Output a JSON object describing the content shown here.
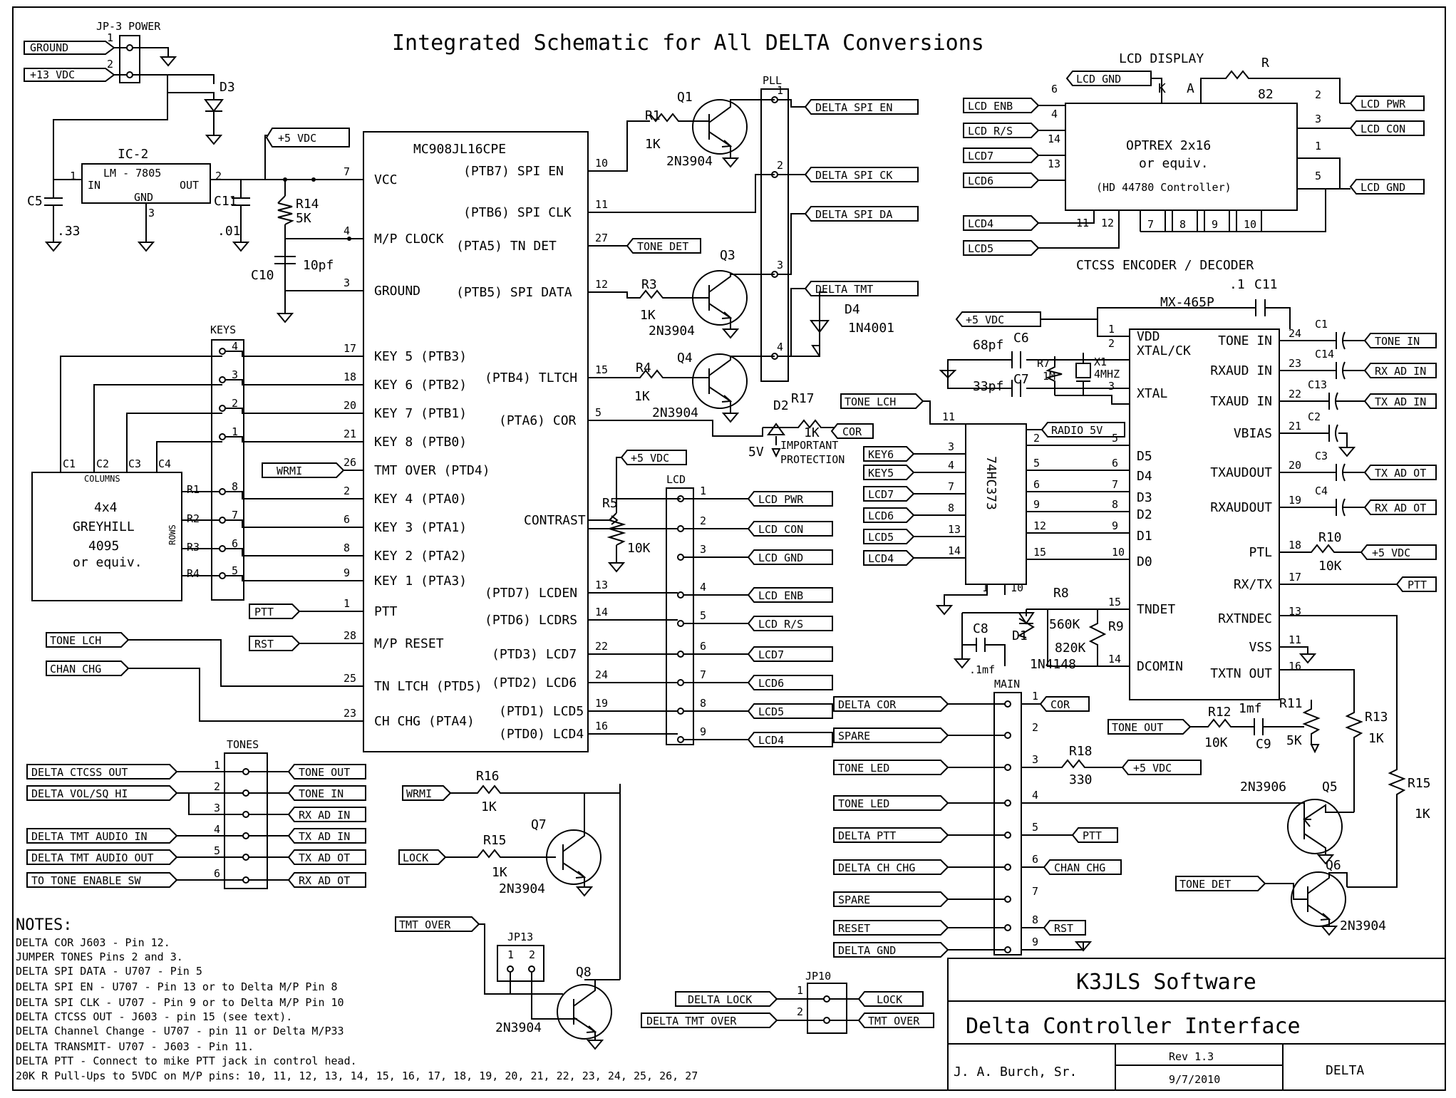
{
  "title": "Integrated Schematic for All DELTA Conversions",
  "power": {
    "header": "JP-3 POWER",
    "pins": [
      "1",
      "2"
    ],
    "labels": [
      "GROUND",
      "+13 VDC"
    ],
    "diode": "D3",
    "rail_label": "+5 VDC",
    "regulator": {
      "ref": "IC-2",
      "name": "LM - 7805",
      "in": "IN",
      "out": "OUT",
      "gnd": "GND",
      "pin_in": "1",
      "pin_out": "2",
      "pin_gnd": "3"
    },
    "c5": {
      "ref": "C5",
      "value": ".33"
    },
    "c11": {
      "ref": "C11",
      "value": ".01"
    }
  },
  "mcu": {
    "name": "MC908JL16CPE",
    "left_pins": [
      {
        "num": "7",
        "label": "VCC"
      },
      {
        "num": "4",
        "label": "M/P CLOCK"
      },
      {
        "num": "3",
        "label": "GROUND"
      },
      {
        "num": "17",
        "label": "KEY 5 (PTB3)"
      },
      {
        "num": "18",
        "label": "KEY 6 (PTB2)"
      },
      {
        "num": "20",
        "label": "KEY 7 (PTB1)"
      },
      {
        "num": "21",
        "label": "KEY 8 (PTB0)"
      },
      {
        "num": "26",
        "label": "TMT OVER (PTD4)"
      },
      {
        "num": "2",
        "label": "KEY 4 (PTA0)"
      },
      {
        "num": "6",
        "label": "KEY 3 (PTA1)"
      },
      {
        "num": "8",
        "label": "KEY 2 (PTA2)"
      },
      {
        "num": "9",
        "label": "KEY 1 (PTA3)"
      },
      {
        "num": "1",
        "label": "PTT"
      },
      {
        "num": "28",
        "label": "M/P RESET"
      },
      {
        "num": "25",
        "label": "TN LTCH (PTD5)"
      },
      {
        "num": "23",
        "label": "CH CHG (PTA4)"
      }
    ],
    "right_pins": [
      {
        "num": "10",
        "label": "(PTB7) SPI EN"
      },
      {
        "num": "11",
        "label": "(PTB6) SPI CLK"
      },
      {
        "num": "27",
        "label": "(PTA5) TN DET"
      },
      {
        "num": "12",
        "label": "(PTB5) SPI DATA"
      },
      {
        "num": "15",
        "label": "(PTB4) TLTCH"
      },
      {
        "num": "5",
        "label": "(PTA6) COR"
      },
      {
        "num": "",
        "label": "CONTRAST"
      },
      {
        "num": "13",
        "label": "(PTD7) LCDEN"
      },
      {
        "num": "14",
        "label": "(PTD6) LCDRS"
      },
      {
        "num": "22",
        "label": "(PTD3) LCD7"
      },
      {
        "num": "24",
        "label": "(PTD2) LCD6"
      },
      {
        "num": "19",
        "label": "(PTD1) LCD5"
      },
      {
        "num": "16",
        "label": "(PTD0) LCD4"
      }
    ],
    "r14": {
      "ref": "R14",
      "value": "5K"
    },
    "c10": {
      "ref": "C10",
      "value": "10pf"
    }
  },
  "left_signals": {
    "wrmi": "WRMI",
    "ptt": "PTT",
    "rst": "RST",
    "tone_lch": "TONE LCH",
    "chan_chg": "CHAN CHG",
    "tone_det": "TONE DET"
  },
  "keypad": {
    "header": "KEYS",
    "pins": [
      "4",
      "3",
      "2",
      "1",
      "8",
      "7",
      "6",
      "5"
    ],
    "cols": [
      "C1",
      "C2",
      "C3",
      "C4"
    ],
    "rows": [
      "R1",
      "R2",
      "R3",
      "R4"
    ],
    "columns_label": "COLUMNS",
    "rows_label": "ROWS",
    "line1": "4x4",
    "line2": "GREYHILL",
    "line3": "4095",
    "line4": "or equiv."
  },
  "pll": {
    "header": "PLL",
    "pins": [
      "1",
      "2",
      "3",
      "4"
    ],
    "signals": [
      "DELTA SPI EN",
      "DELTA SPI CK",
      "DELTA SPI DA",
      "DELTA TMT"
    ]
  },
  "transistors": {
    "q1": {
      "ref": "Q1",
      "part": "2N3904",
      "r": "R1",
      "rv": "1K"
    },
    "q3": {
      "ref": "Q3",
      "part": "2N3904",
      "r": "R3",
      "rv": "1K"
    },
    "q4": {
      "ref": "Q4",
      "part": "2N3904",
      "r": "R4",
      "rv": "1K"
    },
    "d4": {
      "ref": "D4",
      "part": "1N4001"
    }
  },
  "cor_protect": {
    "d2": "D2",
    "r17": "R17",
    "r17v": "1K",
    "zener": "5V",
    "cor": "COR",
    "note1": "IMPORTANT",
    "note2": "PROTECTION"
  },
  "lcd_header": {
    "header": "LCD",
    "rail": "+5 VDC",
    "r5": "R5",
    "r5v": "10K",
    "pins": [
      "1",
      "2",
      "3",
      "4",
      "5",
      "6",
      "7",
      "8",
      "9"
    ],
    "signals": [
      "LCD PWR",
      "LCD CON",
      "LCD GND",
      "LCD ENB",
      "LCD R/S",
      "LCD7",
      "LCD6",
      "LCD5",
      "LCD4"
    ]
  },
  "lcd_display": {
    "title": "LCD DISPLAY",
    "line1": "OPTREX 2x16",
    "line2": "or equiv.",
    "line3": "(HD 44780 Controller)",
    "k": "K",
    "a": "A",
    "r": "R",
    "rv": "82",
    "left_signals": [
      "LCD ENB",
      "LCD R/S",
      "LCD7",
      "LCD6",
      "LCD4",
      "LCD5"
    ],
    "left_pins": [
      "6",
      "4",
      "14",
      "13",
      "11",
      "12"
    ],
    "bottom_pins": [
      "7",
      "8",
      "9",
      "10"
    ],
    "right_pins": [
      "2",
      "3",
      "1",
      "5"
    ],
    "right_signals": [
      "LCD PWR",
      "LCD CON",
      "LCD GND"
    ],
    "top_signal": "LCD GND"
  },
  "ctcss": {
    "title": "CTCSS ENCODER / DECODER",
    "chip": "MX-465P",
    "c11": {
      "ref": "C11",
      "value": ".1"
    },
    "rail": "+5 VDC",
    "pin1": "1",
    "left_pins": [
      {
        "num": "1",
        "label": "VDD"
      },
      {
        "num": "2",
        "label": "XTAL/CK"
      },
      {
        "num": "3",
        "label": "XTAL"
      },
      {
        "num": "",
        "label": "D5"
      },
      {
        "num": "",
        "label": "D4"
      },
      {
        "num": "",
        "label": "D3"
      },
      {
        "num": "",
        "label": "D2"
      },
      {
        "num": "",
        "label": "D1"
      },
      {
        "num": "",
        "label": "D0"
      },
      {
        "num": "15",
        "label": "TNDET"
      },
      {
        "num": "14",
        "label": "DCOMIN"
      }
    ],
    "right_pins": [
      {
        "num": "24",
        "label": "TONE IN"
      },
      {
        "num": "23",
        "label": "RXAUD IN"
      },
      {
        "num": "22",
        "label": "TXAUD IN"
      },
      {
        "num": "21",
        "label": "VBIAS"
      },
      {
        "num": "20",
        "label": "TXAUDOUT"
      },
      {
        "num": "19",
        "label": "RXAUDOUT"
      },
      {
        "num": "18",
        "label": "PTL"
      },
      {
        "num": "17",
        "label": "RX/TX"
      },
      {
        "num": "13",
        "label": "RXTNDEC"
      },
      {
        "num": "11",
        "label": "VSS"
      },
      {
        "num": "16",
        "label": "TXTN OUT"
      }
    ],
    "caps": [
      "C1",
      "C14",
      "C13",
      "C2",
      "C3",
      "C4"
    ],
    "right_signals": [
      "TONE IN",
      "RX AD IN",
      "TX AD IN",
      "TX AD OT",
      "RX AD OT"
    ],
    "r10": {
      "ref": "R10",
      "value": "10K"
    },
    "ptl_rail": "+5 VDC",
    "ptt": "PTT",
    "c6": {
      "ref": "C6",
      "value": "68pf"
    },
    "c7": {
      "ref": "C7",
      "value": "33pf"
    },
    "r7": {
      "ref": "R7",
      "value": "1M"
    },
    "x1": {
      "ref": "X1",
      "value": "4MHZ"
    },
    "r8": {
      "ref": "R8",
      "value": "560K"
    },
    "r9": {
      "ref": "R9",
      "value": "820K"
    },
    "d1": {
      "ref": "D1",
      "value": "1N4148"
    },
    "c8": {
      "ref": "C8",
      "value": ".1mf"
    }
  },
  "latch": {
    "chip": "74HC373",
    "tone_lch": "TONE LCH",
    "radio": "RADIO 5V",
    "inputs": [
      "KEY6",
      "KEY5",
      "LCD7",
      "LCD6",
      "LCD5",
      "LCD4"
    ],
    "in_pins": [
      "3",
      "4",
      "7",
      "8",
      "13",
      "14"
    ],
    "out_pins": [
      "2",
      "5",
      "6",
      "9",
      "12",
      "15"
    ],
    "out_pins_b": [
      "5",
      "6",
      "7",
      "8",
      "9",
      "10"
    ],
    "pin11": "11",
    "pin1": "1",
    "pin10": "10"
  },
  "tones": {
    "header": "TONES",
    "pins": [
      "1",
      "2",
      "3",
      "4",
      "5",
      "6"
    ],
    "left": [
      "DELTA CTCSS OUT",
      "DELTA VOL/SQ HI",
      "DELTA TMT AUDIO IN",
      "DELTA TMT AUDIO OUT",
      "TO TONE ENABLE SW"
    ],
    "right": [
      "TONE OUT",
      "TONE IN",
      "RX AD IN",
      "TX AD IN",
      "TX AD OT",
      "RX AD OT"
    ]
  },
  "switch_q": {
    "wrmi": "WRMI",
    "lock": "LOCK",
    "tmt_over": "TMT OVER",
    "r16": "R16",
    "r16v": "1K",
    "r15": "R15",
    "r15v": "1K",
    "q7": "Q7",
    "q7p": "2N3904",
    "q8": "Q8",
    "q8p": "2N3904",
    "jp13": "JP13",
    "jp13pins": [
      "1",
      "2"
    ]
  },
  "main": {
    "header": "MAIN",
    "pins": [
      "1",
      "2",
      "3",
      "4",
      "5",
      "6",
      "7",
      "8",
      "9"
    ],
    "left": [
      "DELTA  COR",
      "SPARE",
      "TONE LED",
      "TONE LED",
      "DELTA PTT",
      "DELTA CH CHG",
      "SPARE",
      "RESET",
      "DELTA GND"
    ],
    "cor": "COR",
    "r18": "R18",
    "r18v": "330",
    "rail": "+5 VDC",
    "ptt": "PTT",
    "chan": "CHAN CHG",
    "rst": "RST"
  },
  "tone_out": {
    "label": "TONE OUT",
    "r12": "R12",
    "r12v": "10K",
    "c9": "C9",
    "c9v": "1mf",
    "r11": "R11",
    "r11v": "5K",
    "r13": "R13",
    "r13v": "1K",
    "r15": "R15",
    "r15v": "1K",
    "q5": "Q5",
    "q5p": "2N3906",
    "q6": "Q6",
    "q6p": "2N3904",
    "tone_det": "TONE DET"
  },
  "jp10": {
    "header": "JP10",
    "pins": [
      "1",
      "2"
    ],
    "left": [
      "DELTA LOCK",
      "DELTA TMT OVER"
    ],
    "right": [
      "LOCK",
      "TMT OVER"
    ]
  },
  "notes": {
    "heading": "NOTES:",
    "lines": [
      "DELTA COR J603 - Pin 12.",
      "JUMPER TONES Pins 2 and 3.",
      "DELTA SPI DATA - U707 - Pin 5",
      "DELTA SPI EN - U707 - Pin 13 or to Delta M/P Pin 8",
      "DELTA SPI CLK - U707 - Pin 9 or to Delta M/P Pin 10",
      "DELTA CTCSS OUT - J603 - pin 15 (see text).",
      "DELTA Channel Change - U707 - pin 11 or Delta M/P33",
      "DELTA TRANSMIT- U707 - J603 - Pin 11.",
      "DELTA PTT - Connect to mike PTT jack in control head.",
      "20K R Pull-Ups to 5VDC on M/P pins: 10, 11, 12, 13, 14, 15, 16, 17, 18, 19, 20, 21, 22, 23, 24, 25, 26, 27"
    ]
  },
  "title_block": {
    "company": "K3JLS Software",
    "project": "Delta Controller Interface",
    "author": "J. A. Burch, Sr.",
    "rev": "Rev 1.3",
    "date": "9/7/2010",
    "code": "DELTA"
  }
}
